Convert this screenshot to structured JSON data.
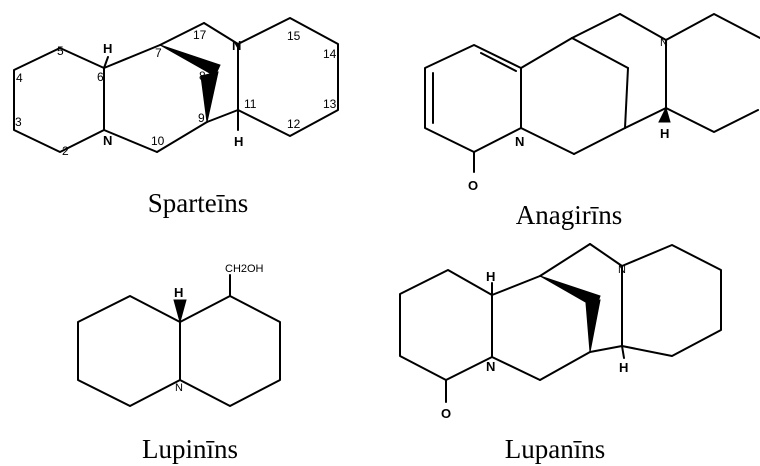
{
  "molecules": [
    {
      "name": "Sparteīns",
      "atom_labels": [
        "H",
        "N",
        "N",
        "H"
      ],
      "locants": [
        "2",
        "3",
        "4",
        "5",
        "6",
        "7",
        "8",
        "9",
        "10",
        "11",
        "12",
        "13",
        "14",
        "15",
        "17"
      ]
    },
    {
      "name": "Anagirīns",
      "atom_labels": [
        "N",
        "N",
        "O",
        "H"
      ]
    },
    {
      "name": "Lupinīns",
      "atom_labels": [
        "H",
        "N"
      ],
      "substituent": "CH2OH"
    },
    {
      "name": "Lupanīns",
      "atom_labels": [
        "H",
        "N",
        "N",
        "O",
        "H"
      ]
    }
  ]
}
